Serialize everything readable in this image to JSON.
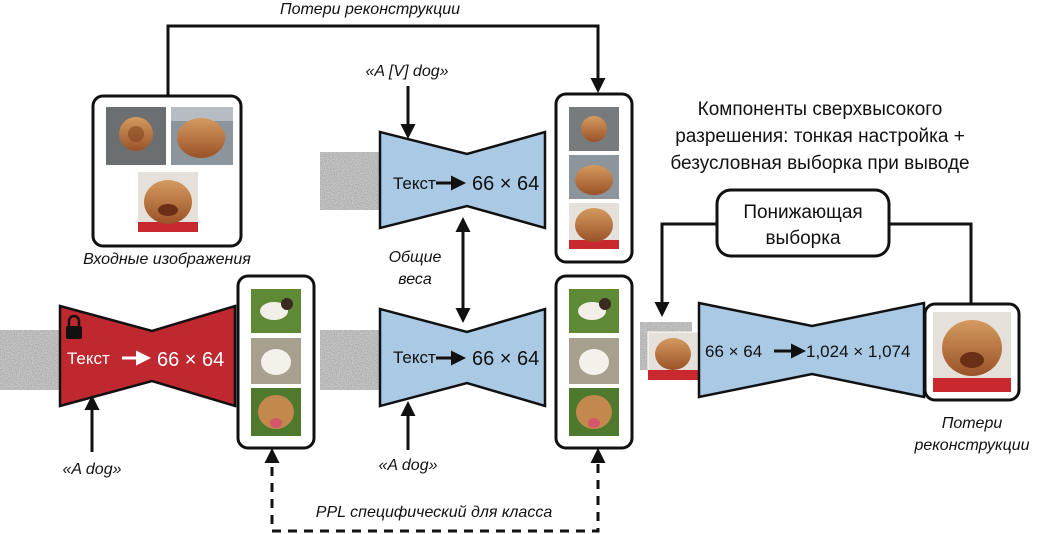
{
  "labels": {
    "recon_loss_top": "Потери реконструкции",
    "prompt_v_dog": "«A [V] dog»",
    "prompt_a_dog_left": "«A dog»",
    "prompt_a_dog_mid": "«A dog»",
    "input_images": "Входные изображения",
    "shared_weights_1": "Общие",
    "shared_weights_2": "веса",
    "sr_title_1": "Компоненты сверхвысокого",
    "sr_title_2": "разрешения: тонкая настройка +",
    "sr_title_3": "безусловная выборка при выводе",
    "downsample_1": "Понижающая",
    "downsample_2": "выборка",
    "recon_loss_right_1": "Потери",
    "recon_loss_right_2": "реконструкции",
    "ppl_loss": "PPL специфический для класса"
  },
  "models": {
    "frozen": {
      "text": "Текст",
      "res": "66 × 64",
      "color": "#c0282f"
    },
    "finetuned_top": {
      "text": "Текст",
      "res": "66 × 64",
      "color": "#a9c9e4"
    },
    "finetuned_bottom": {
      "text": "Текст",
      "res": "66 × 64",
      "color": "#a9c9e4"
    },
    "super_res": {
      "res_in": "66 × 64",
      "res_out": "1,024 × 1,074",
      "color": "#a9c9e4"
    }
  },
  "colors": {
    "stroke": "#111111",
    "noise": "#8a8a8a",
    "chow": "#b8683a",
    "grass": "#5e8a36"
  },
  "icons": [
    "lock-icon"
  ]
}
